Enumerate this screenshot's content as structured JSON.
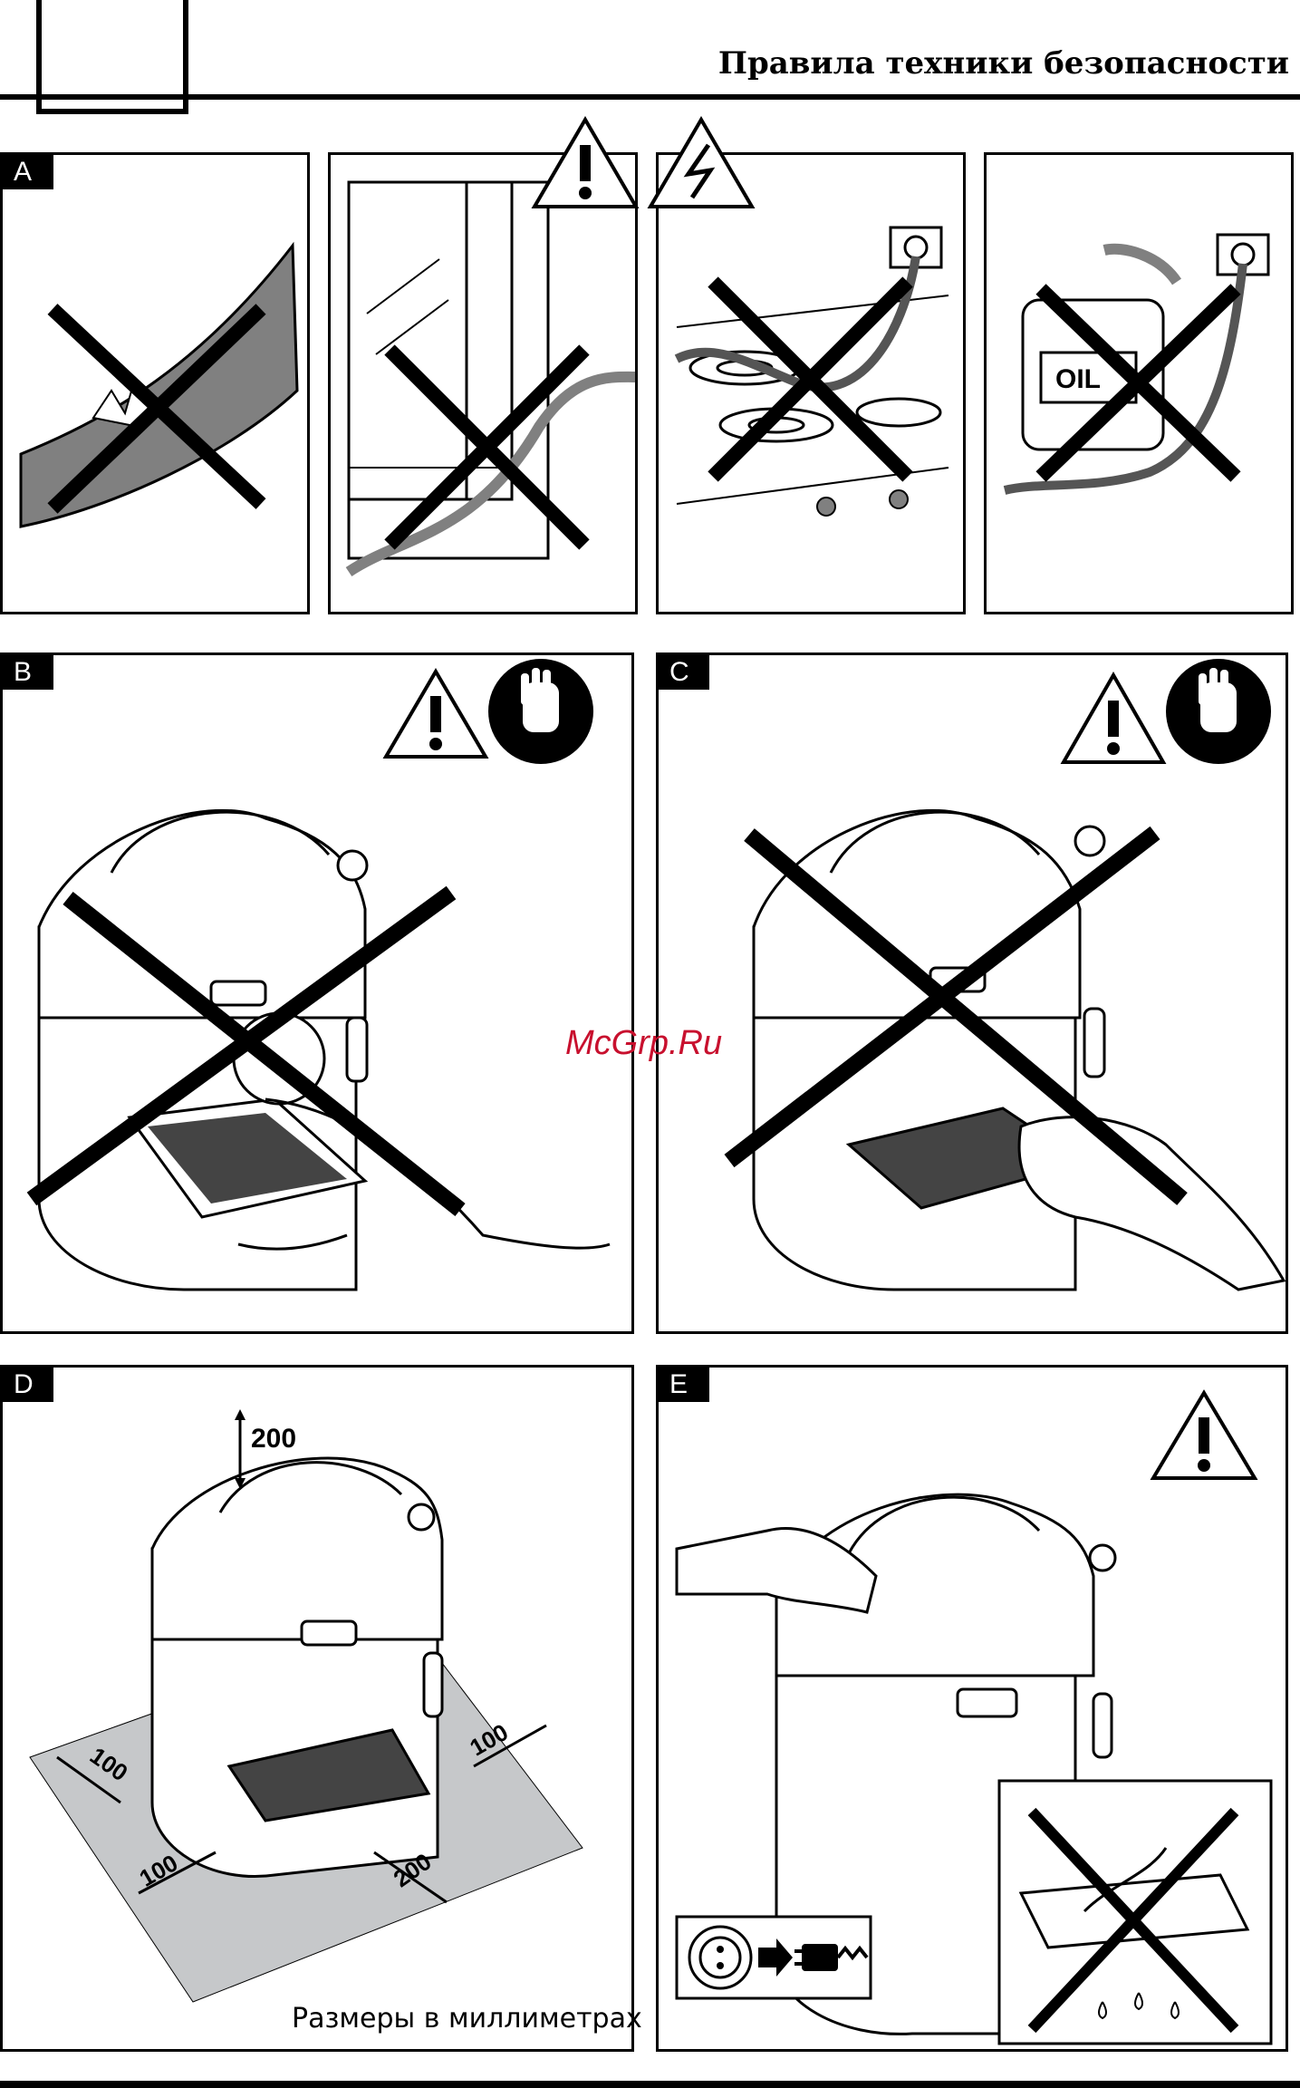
{
  "header": {
    "title": "Правила техники безопасности"
  },
  "watermark": "McGrp.Ru",
  "panels": {
    "a": {
      "label": "A"
    },
    "b": {
      "label": "B"
    },
    "c": {
      "label": "C"
    },
    "d": {
      "label": "D",
      "dims": {
        "top": "200",
        "right": "100",
        "left": "100",
        "front_left": "100",
        "front_right": "200"
      },
      "caption": "Размеры в миллиметрах"
    },
    "e": {
      "label": "E"
    }
  },
  "a_oil_label": "OIL",
  "icons": [
    "warning-triangle-icon",
    "electric-hazard-icon",
    "stop-hand-icon",
    "unplug-icon"
  ],
  "colors": {
    "ink": "#000000",
    "fill_gray": "#808080",
    "floor_gray": "#c6c8ca",
    "watermark": "#c8102e"
  }
}
